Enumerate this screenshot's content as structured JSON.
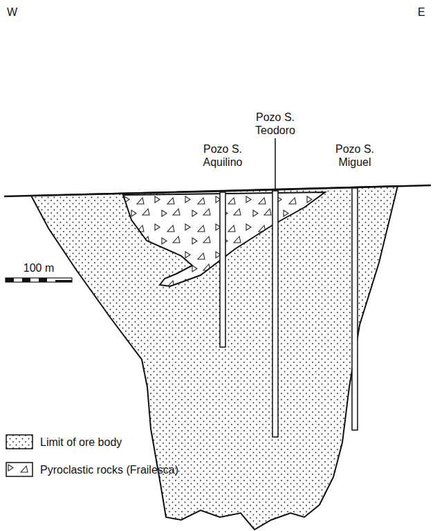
{
  "diagram": {
    "labels": [
      "W",
      "E",
      "Pozo S. Aquilino",
      "Pozo S. Teodoro",
      "Pozo S. Miguel",
      "100 m"
    ],
    "legend": [
      {
        "text": "Limit of ore body"
      },
      {
        "text": "Pyroclastic rocks (Frailesca)"
      }
    ]
  }
}
